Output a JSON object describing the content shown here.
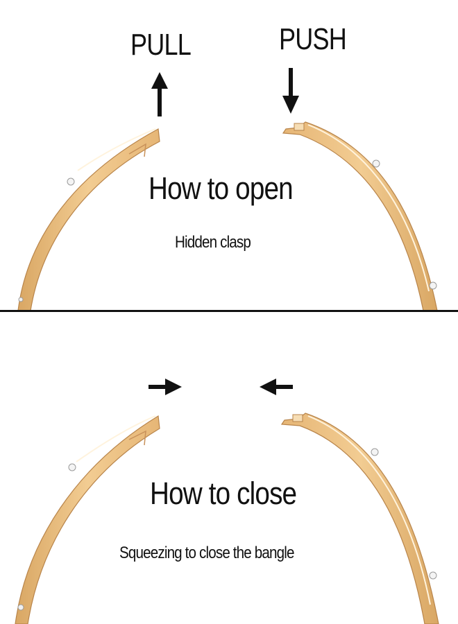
{
  "open_section": {
    "pull_label": "PULL",
    "push_label": "PUSH",
    "title": "How to open",
    "subtitle": "Hidden clasp"
  },
  "close_section": {
    "title": "How to close",
    "subtitle": "Squeezing to close the bangle"
  },
  "colors": {
    "gold": "#E8B878",
    "gold_light": "#F6DDB4",
    "gold_dark": "#B8844A",
    "text": "#111111",
    "divider": "#111111"
  },
  "icons": [
    "arrow-up-icon",
    "arrow-down-icon",
    "arrow-right-icon",
    "arrow-left-icon"
  ]
}
